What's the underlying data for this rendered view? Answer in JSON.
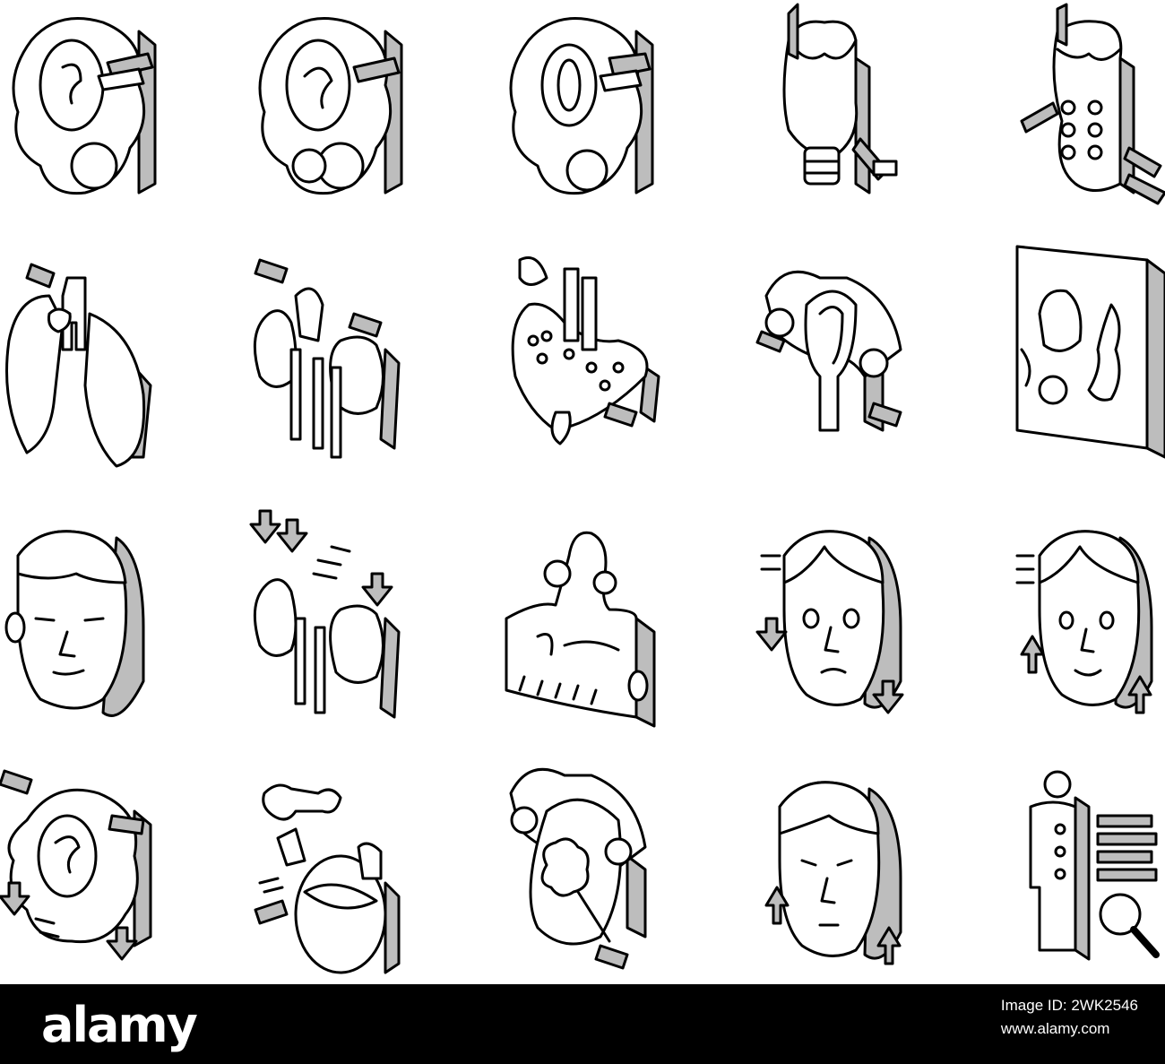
{
  "watermark": {
    "brand": "alamy",
    "image_id_label": "Image ID: 2WK2546",
    "site_url": "www.alamy.com"
  },
  "icon_set": {
    "style": "isometric line icons",
    "colors": {
      "stroke": "#000000",
      "fill": "#ffffff",
      "side": "#bdbdbd",
      "footer": "#000000"
    },
    "icons": [
      {
        "name": "pituitary-brain-icon"
      },
      {
        "name": "pituitary-brain-alt-icon"
      },
      {
        "name": "brain-gland-icon"
      },
      {
        "name": "thyroid-icon"
      },
      {
        "name": "thyroid-spine-icon"
      },
      {
        "name": "lungs-icon"
      },
      {
        "name": "adrenal-kidneys-icon"
      },
      {
        "name": "pancreas-icon"
      },
      {
        "name": "uterus-ovaries-icon"
      },
      {
        "name": "pelvic-anatomy-icon"
      },
      {
        "name": "male-face-icon"
      },
      {
        "name": "kidneys-decline-icon"
      },
      {
        "name": "torso-icon"
      },
      {
        "name": "sad-female-face-icon"
      },
      {
        "name": "female-face-up-icon"
      },
      {
        "name": "brain-hormone-decrease-icon"
      },
      {
        "name": "bones-icon"
      },
      {
        "name": "uterus-tumor-icon"
      },
      {
        "name": "worried-face-icon"
      },
      {
        "name": "body-scan-search-icon"
      }
    ]
  }
}
